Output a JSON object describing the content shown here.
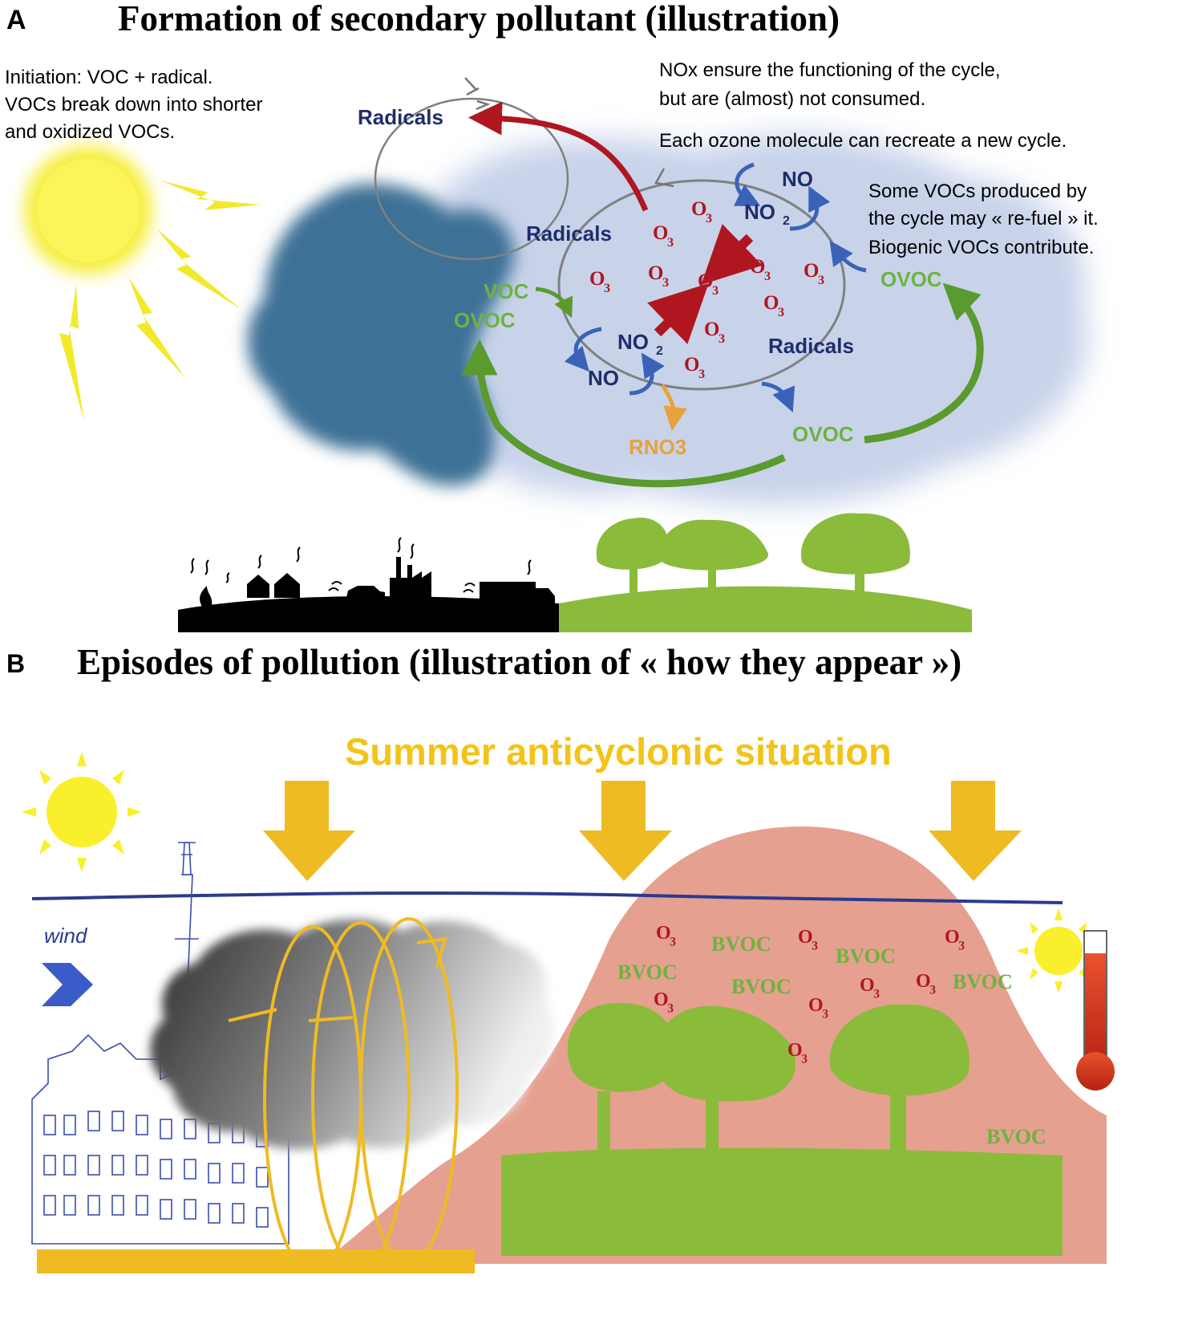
{
  "panel_a": {
    "letter": "A",
    "title": "Formation of secondary pollutant (illustration)",
    "note_initiation": [
      "Initiation: VOC + radical.",
      "VOCs break down into shorter",
      "and oxidized VOCs."
    ],
    "note_nox": [
      "NOx ensure the functioning of the cycle,",
      "but are (almost) not consumed."
    ],
    "note_ozone": "Each ozone molecule can recreate a new cycle.",
    "note_refuel": [
      "Some VOCs produced by",
      "the cycle may « re-fuel » it.",
      "Biogenic VOCs contribute."
    ],
    "labels": {
      "radicals": "Radicals",
      "no": "NO",
      "no2_main": "NO",
      "no2_sub": "2",
      "o_main": "O",
      "o_sub": "3",
      "voc": "VOC",
      "ovoc": "OVOC",
      "rno3": "RNO3"
    },
    "colors": {
      "radicals": "#1f2d6b",
      "nox": "#1f2d6b",
      "ozone": "#b0161f",
      "voc": "#6db33f",
      "rno3": "#e8a23a",
      "cloud": "#c8d3ea",
      "smog": "#3e7196",
      "ground_urban": "#000000",
      "ground_nature": "#8bbb3a"
    }
  },
  "panel_b": {
    "letter": "B",
    "title": "Episodes of pollution (illustration of « how they appear »)",
    "headline": "Summer anticyclonic situation",
    "wind_label": "wind",
    "labels": {
      "o_main": "O",
      "o_sub": "3",
      "bvoc": "BVOC"
    },
    "colors": {
      "headline": "#f3c316",
      "arrows": "#efbb22",
      "boundary_line": "#2b3a8f",
      "ozone_dome": "#e6a090",
      "grass": "#8bbb3a",
      "thermometer": "#d23a1e"
    }
  }
}
